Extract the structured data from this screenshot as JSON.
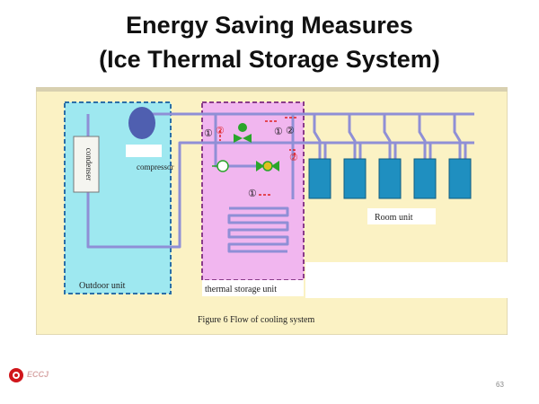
{
  "slide": {
    "title_line1": "Energy Saving Measures",
    "title_line2": "(Ice Thermal Storage System)",
    "footer_brand": "ECCJ",
    "page_number": "63"
  },
  "figure": {
    "caption": "Figure 6   Flow of cooling system",
    "labels": {
      "condenser": "condenser",
      "compressor": "compressor",
      "outdoor_unit": "Outdoor unit",
      "thermal_storage_unit": "thermal storage unit",
      "room_unit": "Room unit"
    },
    "markers": {
      "one": "①",
      "two": "②"
    },
    "colors": {
      "background": "#fbf2c4",
      "outdoor_fill": "#9ee8f0",
      "outdoor_border": "#2b6fa8",
      "storage_fill": "#f1b6ef",
      "storage_border": "#8a3c8a",
      "pipe": "#8f8fd6",
      "room_unit": "#1f8fc0",
      "compressor": "#4f5fb0",
      "flow_arrow": "#e02020",
      "valve": "#2aa52a"
    },
    "room_unit_count": 5
  }
}
